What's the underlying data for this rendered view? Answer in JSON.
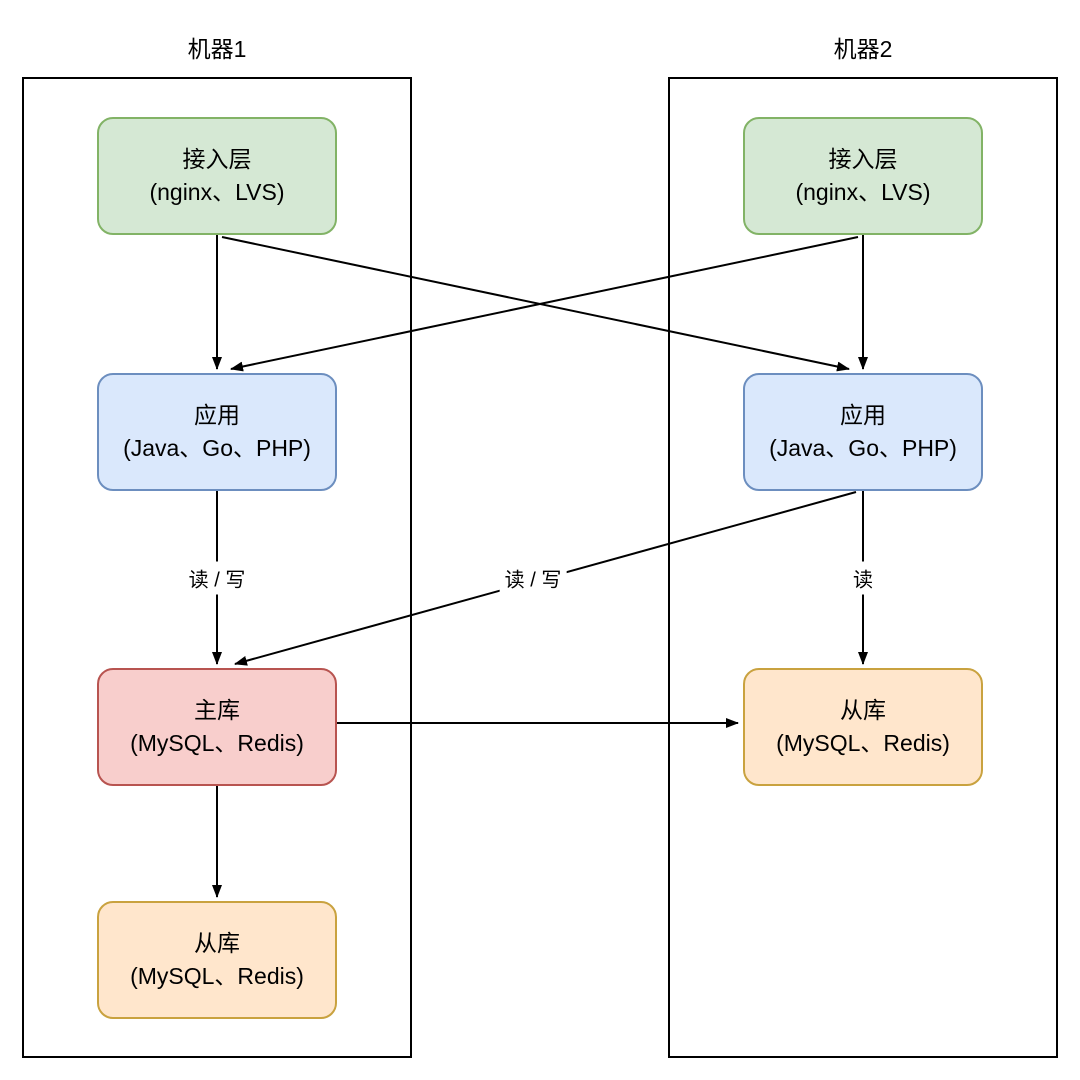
{
  "machine1": {
    "title": "机器1",
    "nodes": {
      "access": {
        "line1": "接入层",
        "line2": "(nginx、LVS)"
      },
      "app": {
        "line1": "应用",
        "line2": "(Java、Go、PHP)"
      },
      "master": {
        "line1": "主库",
        "line2": "(MySQL、Redis)"
      },
      "slave": {
        "line1": "从库",
        "line2": "(MySQL、Redis)"
      }
    }
  },
  "machine2": {
    "title": "机器2",
    "nodes": {
      "access": {
        "line1": "接入层",
        "line2": "(nginx、LVS)"
      },
      "app": {
        "line1": "应用",
        "line2": "(Java、Go、PHP)"
      },
      "slave": {
        "line1": "从库",
        "line2": "(MySQL、Redis)"
      }
    }
  },
  "edge_labels": {
    "m1_app_to_master": "读 / 写",
    "m2_app_to_m1_master": "读 / 写",
    "m2_app_to_slave": "读"
  },
  "colors": {
    "access_fill": "#d5e8d4",
    "access_stroke": "#82b366",
    "app_fill": "#dae8fc",
    "app_stroke": "#6c8ebf",
    "master_fill": "#f8cecc",
    "master_stroke": "#b85450",
    "slave_fill": "#ffe6cc",
    "slave_stroke": "#c9a23f",
    "line": "#000000",
    "container_border": "#000000"
  }
}
